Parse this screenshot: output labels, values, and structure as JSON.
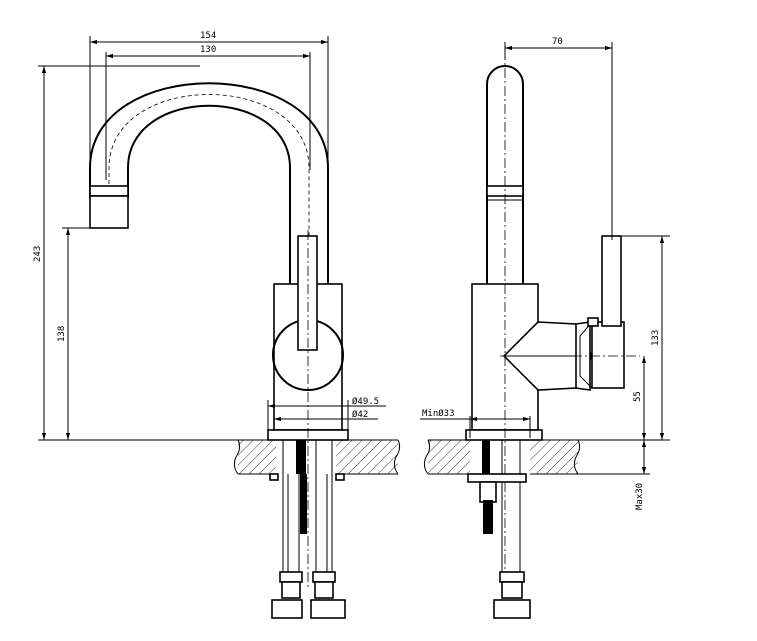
{
  "front_view": {
    "dim_width_outer": "154",
    "dim_width_inner": "130",
    "dim_height_total": "243",
    "dim_height_spout": "138",
    "dim_base_diameter": "Ø49.5",
    "dim_body_diameter": "Ø42"
  },
  "side_view": {
    "dim_depth": "70",
    "dim_lever_height": "133",
    "dim_handle_height": "55",
    "dim_hole_min": "MinØ33",
    "dim_counter_max": "Max30"
  }
}
